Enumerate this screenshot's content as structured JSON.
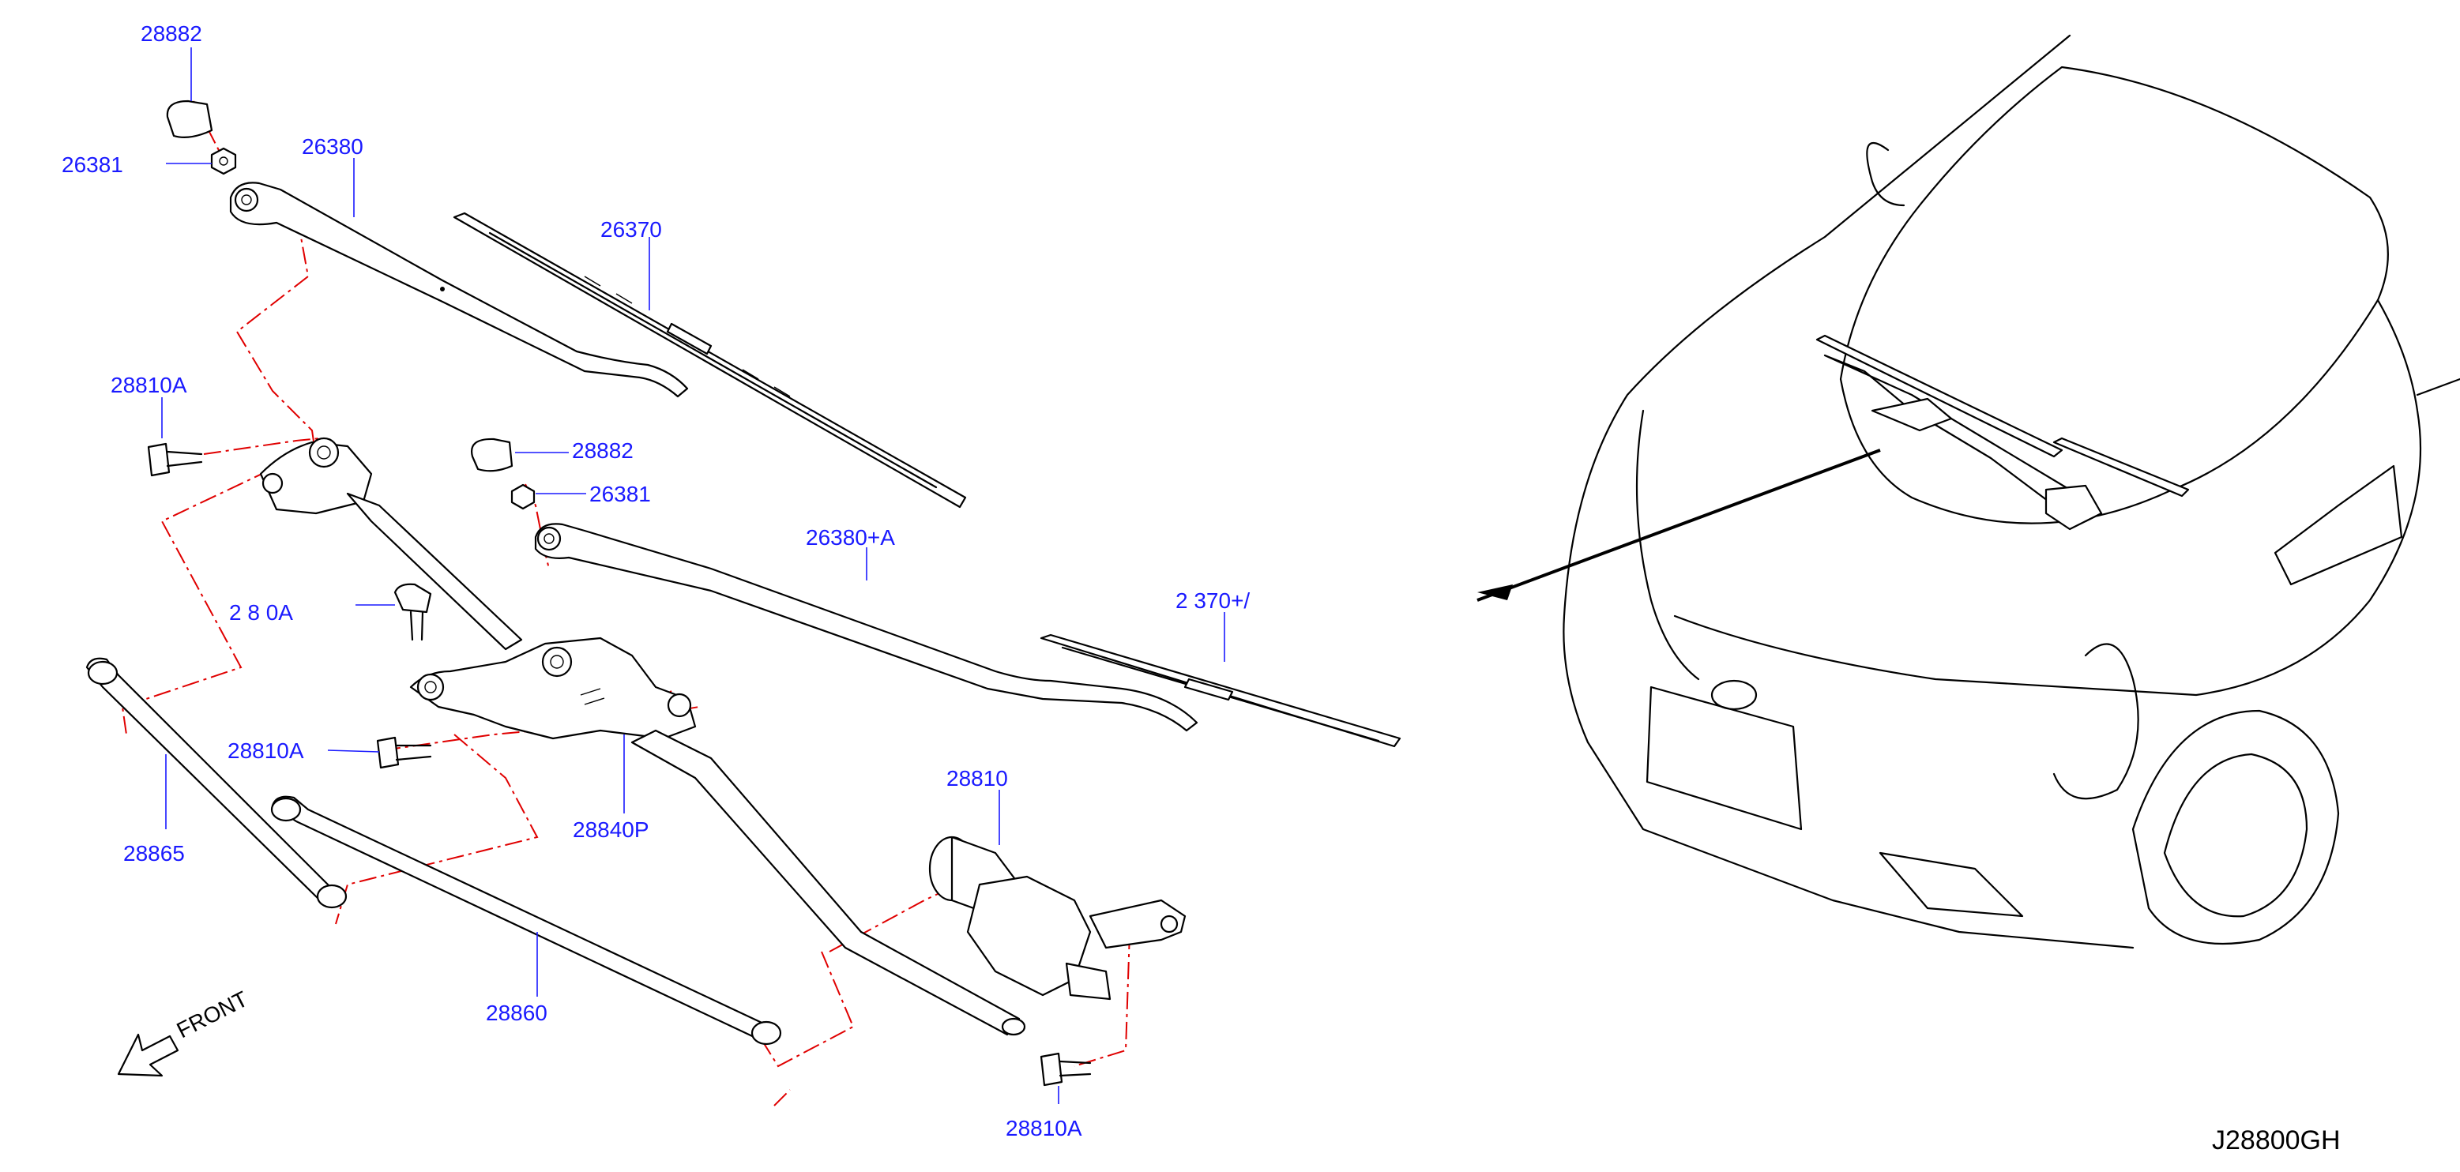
{
  "diagram": {
    "code": "J28800GH",
    "front_label": "FRONT",
    "colors": {
      "callout": "#1a1aff",
      "leader": "#1a1aff",
      "assembly_line": "#e00000",
      "ink": "#000000"
    },
    "callouts": [
      {
        "id": "c1",
        "text": "28882"
      },
      {
        "id": "c2",
        "text": "26381"
      },
      {
        "id": "c3",
        "text": "26380"
      },
      {
        "id": "c4",
        "text": "26370"
      },
      {
        "id": "c5",
        "text": "28810A"
      },
      {
        "id": "c6",
        "text": "28882"
      },
      {
        "id": "c7",
        "text": "26381"
      },
      {
        "id": "c8",
        "text": "26380+A"
      },
      {
        "id": "c9",
        "text": "2 8 0A"
      },
      {
        "id": "c10",
        "text": "2 370+/"
      },
      {
        "id": "c11",
        "text": "28810A"
      },
      {
        "id": "c12",
        "text": "28865"
      },
      {
        "id": "c13",
        "text": "28840P"
      },
      {
        "id": "c14",
        "text": "28810"
      },
      {
        "id": "c15",
        "text": "28860"
      },
      {
        "id": "c16",
        "text": "28810A"
      }
    ]
  }
}
